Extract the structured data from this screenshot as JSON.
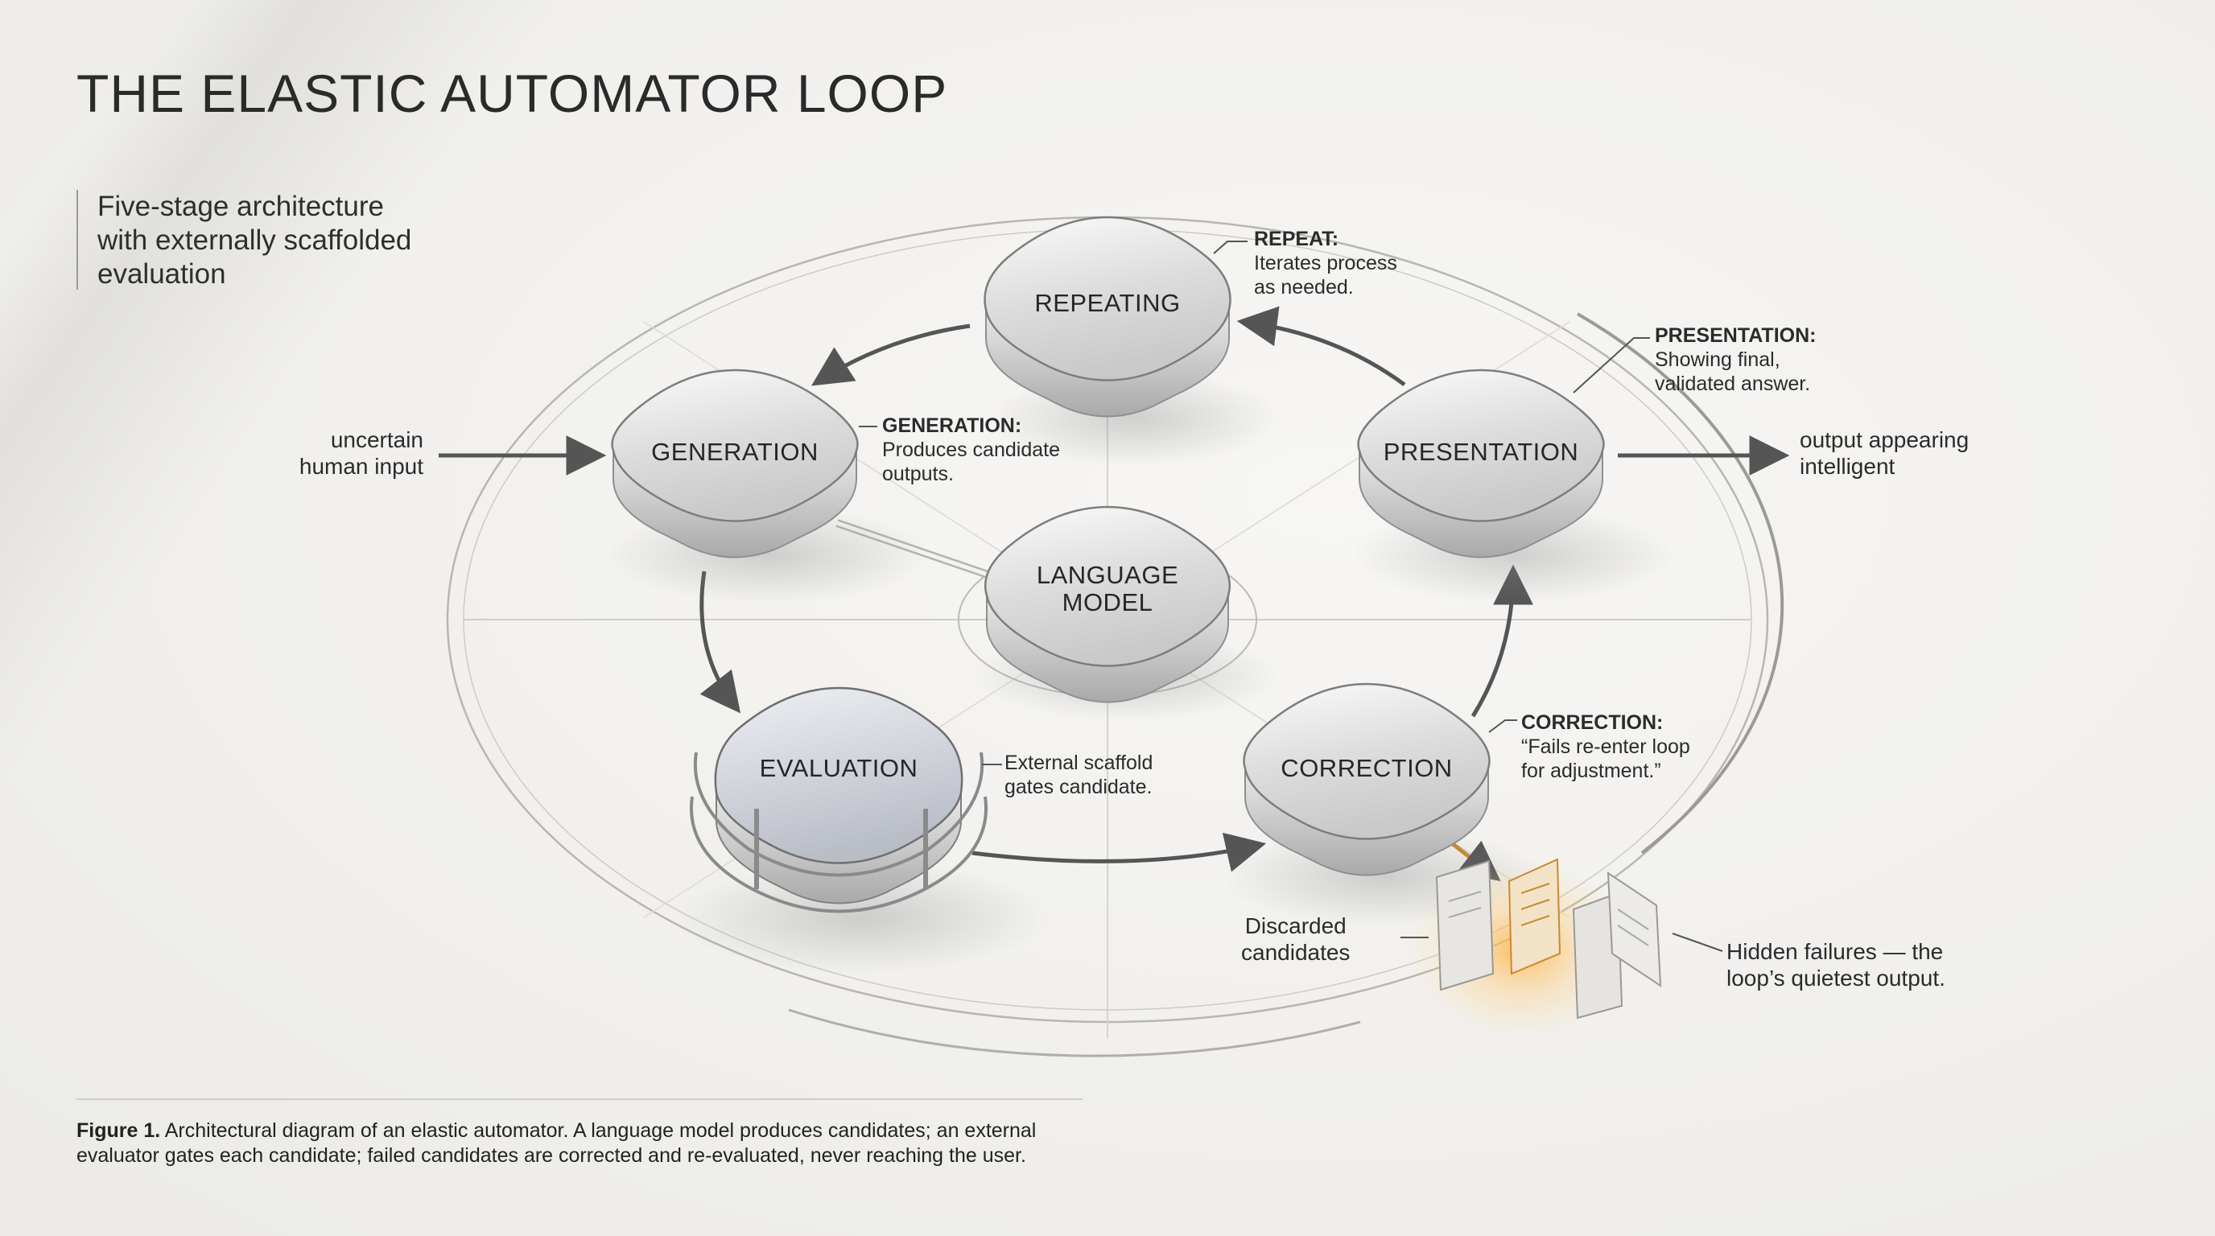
{
  "title": "THE ELASTIC AUTOMATOR LOOP",
  "subtitle": [
    "Five-stage architecture",
    "with externally scaffolded",
    "evaluation"
  ],
  "nodes": {
    "repeating": "REPEATING",
    "generation": "GENERATION",
    "presentation": "PRESENTATION",
    "language_model": [
      "LANGUAGE",
      "MODEL"
    ],
    "evaluation": "EVALUATION",
    "correction": "CORRECTION"
  },
  "annotations": {
    "repeat": {
      "head": "REPEAT:",
      "lines": [
        "Iterates process",
        "as needed."
      ]
    },
    "presentation": {
      "head": "PRESENTATION:",
      "lines": [
        "Showing final,",
        "validated answer."
      ]
    },
    "generation": {
      "head": "GENERATION:",
      "lines": [
        "Produces candidate",
        "outputs."
      ]
    },
    "evaluation": {
      "lines": [
        "External scaffold",
        "gates candidate."
      ]
    },
    "correction": {
      "head": "CORRECTION:",
      "lines": [
        "“Fails re-enter loop",
        "for adjustment.”"
      ]
    }
  },
  "input": [
    "uncertain",
    "human input"
  ],
  "output": [
    "output appearing",
    "intelligent"
  ],
  "discarded": [
    "Discarded",
    "candidates"
  ],
  "hidden_failures": [
    "Hidden failures — the",
    "loop’s quietest output."
  ],
  "caption": {
    "figure": "Figure 1.",
    "text": " Architectural diagram of an elastic automator. A language model produces candidates; an external evaluator gates each candidate; failed candidates are corrected and re-evaluated, never reaching the user."
  }
}
